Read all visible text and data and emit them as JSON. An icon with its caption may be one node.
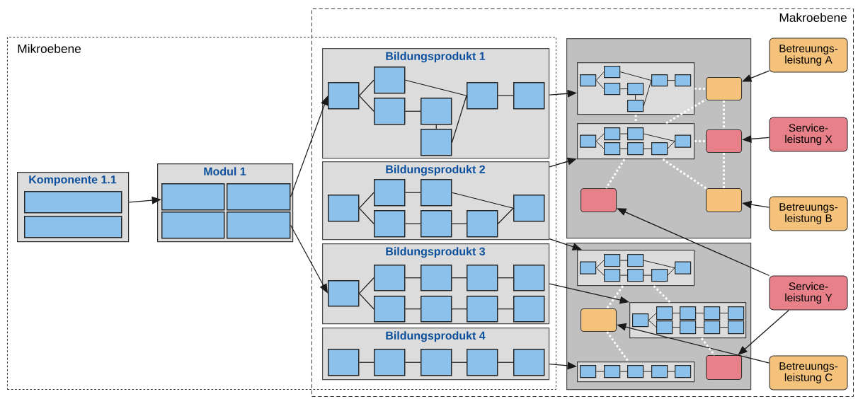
{
  "diagram": {
    "nodes": [
      {
        "text": [
          "Mikroebene"
        ]
      },
      {
        "text": [
          "Komponente 1.1"
        ],
        "in": 0
      },
      {
        "text": [],
        "shape": "box",
        "in": 1
      },
      {
        "text": [],
        "shape": "box",
        "in": 1
      },
      {
        "text": [
          "Modul 1"
        ],
        "in": 0
      },
      {
        "text": [],
        "shape": "box",
        "in": 4
      },
      {
        "text": [],
        "shape": "box",
        "in": 4
      },
      {
        "text": [],
        "shape": "box",
        "in": 4
      },
      {
        "text": [],
        "shape": "box",
        "in": 4
      },
      {
        "text": [
          "Makroebene"
        ]
      },
      {
        "text": [
          "Bildungsprodukt 1"
        ]
      },
      {
        "text": [],
        "shape": "box",
        "in": 10
      },
      {
        "text": [],
        "shape": "box",
        "in": 10
      },
      {
        "text": [],
        "shape": "box",
        "in": 10
      },
      {
        "text": [],
        "shape": "box",
        "in": 10
      },
      {
        "text": [],
        "shape": "box",
        "in": 10
      },
      {
        "text": [],
        "shape": "box",
        "in": 10
      },
      {
        "text": [],
        "shape": "box",
        "in": 10
      },
      {
        "text": [
          "Bildungsprodukt 2"
        ]
      },
      {
        "text": [],
        "shape": "box",
        "in": 18
      },
      {
        "text": [],
        "shape": "box",
        "in": 18
      },
      {
        "text": [],
        "shape": "box",
        "in": 18
      },
      {
        "text": [],
        "shape": "box",
        "in": 18
      },
      {
        "text": [],
        "shape": "box",
        "in": 18
      },
      {
        "text": [],
        "shape": "box",
        "in": 18
      },
      {
        "text": [],
        "shape": "box",
        "in": 18
      },
      {
        "text": [
          "Bildungsprodukt 3"
        ]
      },
      {
        "text": [],
        "shape": "box",
        "in": 26
      },
      {
        "text": [],
        "shape": "box",
        "in": 26
      },
      {
        "text": [],
        "shape": "box",
        "in": 26
      },
      {
        "text": [],
        "shape": "box",
        "in": 26
      },
      {
        "text": [],
        "shape": "box",
        "in": 26
      },
      {
        "text": [],
        "shape": "box",
        "in": 26
      },
      {
        "text": [],
        "shape": "box",
        "in": 26
      },
      {
        "text": [],
        "shape": "box",
        "in": 26
      },
      {
        "text": [],
        "shape": "box",
        "in": 26
      },
      {
        "text": [
          "Bildungsprodukt 4"
        ]
      },
      {
        "text": [],
        "shape": "box",
        "in": 36
      },
      {
        "text": [],
        "shape": "box",
        "in": 36
      },
      {
        "text": [],
        "shape": "box",
        "in": 36
      },
      {
        "text": [],
        "shape": "box",
        "in": 36
      },
      {
        "text": [],
        "shape": "box",
        "in": 36
      },
      {
        "text": [],
        "shape": "box",
        "in": 9
      },
      {
        "text": [],
        "shape": "box",
        "in": 42
      },
      {
        "text": [],
        "shape": "box",
        "in": 43
      },
      {
        "text": [],
        "shape": "box",
        "in": 43
      },
      {
        "text": [],
        "shape": "box",
        "in": 43
      },
      {
        "text": [],
        "shape": "box",
        "in": 43
      },
      {
        "text": [],
        "shape": "box",
        "in": 43
      },
      {
        "text": [],
        "shape": "box",
        "in": 43
      },
      {
        "text": [],
        "shape": "box",
        "in": 43
      },
      {
        "text": [],
        "shape": "box",
        "in": 42
      },
      {
        "text": [],
        "shape": "box",
        "in": 51
      },
      {
        "text": [],
        "shape": "box",
        "in": 51
      },
      {
        "text": [],
        "shape": "box",
        "in": 51
      },
      {
        "text": [],
        "shape": "box",
        "in": 51
      },
      {
        "text": [],
        "shape": "box",
        "in": 51
      },
      {
        "text": [],
        "shape": "box",
        "in": 51
      },
      {
        "text": [],
        "shape": "box",
        "in": 51
      },
      {
        "text": [],
        "shape": "box",
        "in": 42
      },
      {
        "text": [],
        "shape": "box",
        "in": 42
      },
      {
        "text": [],
        "shape": "box",
        "in": 42
      },
      {
        "text": [],
        "shape": "box",
        "in": 42
      },
      {
        "text": [],
        "shape": "box",
        "in": 9
      },
      {
        "text": [],
        "shape": "box",
        "in": 63
      },
      {
        "text": [],
        "shape": "box",
        "in": 64
      },
      {
        "text": [],
        "shape": "box",
        "in": 64
      },
      {
        "text": [],
        "shape": "box",
        "in": 64
      },
      {
        "text": [],
        "shape": "box",
        "in": 64
      },
      {
        "text": [],
        "shape": "box",
        "in": 64
      },
      {
        "text": [],
        "shape": "box",
        "in": 64
      },
      {
        "text": [],
        "shape": "box",
        "in": 64
      },
      {
        "text": [],
        "shape": "box",
        "in": 63
      },
      {
        "text": [],
        "shape": "box",
        "in": 63
      },
      {
        "text": [],
        "shape": "box",
        "in": 73
      },
      {
        "text": [],
        "shape": "box",
        "in": 73
      },
      {
        "text": [],
        "shape": "box",
        "in": 73
      },
      {
        "text": [],
        "shape": "box",
        "in": 73
      },
      {
        "text": [],
        "shape": "box",
        "in": 73
      },
      {
        "text": [],
        "shape": "box",
        "in": 73
      },
      {
        "text": [],
        "shape": "box",
        "in": 73
      },
      {
        "text": [],
        "shape": "box",
        "in": 73
      },
      {
        "text": [],
        "shape": "box",
        "in": 73
      },
      {
        "text": [],
        "shape": "box",
        "in": 63
      },
      {
        "text": [],
        "shape": "box",
        "in": 83
      },
      {
        "text": [],
        "shape": "box",
        "in": 83
      },
      {
        "text": [],
        "shape": "box",
        "in": 83
      },
      {
        "text": [],
        "shape": "box",
        "in": 83
      },
      {
        "text": [],
        "shape": "box",
        "in": 83
      },
      {
        "text": [],
        "shape": "box",
        "in": 63
      },
      {
        "text": [
          "Betreuungs- leistung A"
        ],
        "in": 9
      },
      {
        "text": [
          "Service- leistung X"
        ],
        "in": 9
      },
      {
        "text": [
          "Betreuungs- leistung B"
        ],
        "in": 9
      },
      {
        "text": [
          "Service- leistung Y"
        ],
        "in": 9
      },
      {
        "text": [
          "Betreuungs- leistung C"
        ],
        "in": 9
      }
    ],
    "edges": [
      {
        "from": 1,
        "to": 5,
        "arrow": "to"
      },
      {
        "from": 6,
        "to": 11,
        "arrow": "to"
      },
      {
        "from": 8,
        "to": 27,
        "arrow": "to"
      },
      {
        "from": 10,
        "to": 43,
        "arrow": "to"
      },
      {
        "from": 18,
        "to": 51,
        "arrow": "to"
      },
      {
        "from": 18,
        "to": 64,
        "arrow": "to"
      },
      {
        "from": 26,
        "to": 73,
        "arrow": "to"
      },
      {
        "from": 36,
        "to": 83,
        "arrow": "to"
      },
      {
        "from": 90,
        "to": 59,
        "arrow": "to"
      },
      {
        "from": 91,
        "to": 60,
        "arrow": "to"
      },
      {
        "from": 92,
        "to": 62,
        "arrow": "to"
      },
      {
        "from": 93,
        "to": 61,
        "arrow": "to"
      },
      {
        "from": 93,
        "to": 89,
        "arrow": "to"
      },
      {
        "from": 94,
        "to": 72,
        "arrow": "to"
      },
      {
        "from": 11,
        "to": 12,
        "arrow": "none"
      },
      {
        "from": 11,
        "to": 13,
        "arrow": "none"
      },
      {
        "from": 12,
        "to": 16,
        "arrow": "none"
      },
      {
        "from": 13,
        "to": 14,
        "arrow": "none"
      },
      {
        "from": 14,
        "to": 15,
        "arrow": "none"
      },
      {
        "from": 15,
        "to": 16,
        "arrow": "none"
      },
      {
        "from": 16,
        "to": 17,
        "arrow": "none"
      },
      {
        "from": 19,
        "to": 20,
        "arrow": "none"
      },
      {
        "from": 19,
        "to": 22,
        "arrow": "none"
      },
      {
        "from": 20,
        "to": 21,
        "arrow": "none"
      },
      {
        "from": 21,
        "to": 25,
        "arrow": "none"
      },
      {
        "from": 22,
        "to": 23,
        "arrow": "none"
      },
      {
        "from": 23,
        "to": 24,
        "arrow": "none"
      },
      {
        "from": 24,
        "to": 25,
        "arrow": "none"
      },
      {
        "from": 27,
        "to": 28,
        "arrow": "none"
      },
      {
        "from": 27,
        "to": 32,
        "arrow": "none"
      },
      {
        "from": 28,
        "to": 29,
        "arrow": "none"
      },
      {
        "from": 29,
        "to": 30,
        "arrow": "none"
      },
      {
        "from": 30,
        "to": 31,
        "arrow": "none"
      },
      {
        "from": 32,
        "to": 33,
        "arrow": "none"
      },
      {
        "from": 33,
        "to": 34,
        "arrow": "none"
      },
      {
        "from": 34,
        "to": 35,
        "arrow": "none"
      },
      {
        "from": 37,
        "to": 38,
        "arrow": "none"
      },
      {
        "from": 38,
        "to": 39,
        "arrow": "none"
      },
      {
        "from": 39,
        "to": 40,
        "arrow": "none"
      },
      {
        "from": 40,
        "to": 41,
        "arrow": "none"
      },
      {
        "from": 44,
        "to": 45,
        "arrow": "none"
      },
      {
        "from": 44,
        "to": 46,
        "arrow": "none"
      },
      {
        "from": 45,
        "to": 49,
        "arrow": "none"
      },
      {
        "from": 46,
        "to": 47,
        "arrow": "none"
      },
      {
        "from": 47,
        "to": 48,
        "arrow": "none"
      },
      {
        "from": 48,
        "to": 49,
        "arrow": "none"
      },
      {
        "from": 49,
        "to": 50,
        "arrow": "none"
      },
      {
        "from": 52,
        "to": 53,
        "arrow": "none"
      },
      {
        "from": 52,
        "to": 55,
        "arrow": "none"
      },
      {
        "from": 53,
        "to": 54,
        "arrow": "none"
      },
      {
        "from": 54,
        "to": 58,
        "arrow": "none"
      },
      {
        "from": 55,
        "to": 56,
        "arrow": "none"
      },
      {
        "from": 56,
        "to": 57,
        "arrow": "none"
      },
      {
        "from": 57,
        "to": 58,
        "arrow": "none"
      },
      {
        "from": 65,
        "to": 66,
        "arrow": "none"
      },
      {
        "from": 65,
        "to": 68,
        "arrow": "none"
      },
      {
        "from": 66,
        "to": 67,
        "arrow": "none"
      },
      {
        "from": 67,
        "to": 71,
        "arrow": "none"
      },
      {
        "from": 68,
        "to": 69,
        "arrow": "none"
      },
      {
        "from": 69,
        "to": 70,
        "arrow": "none"
      },
      {
        "from": 70,
        "to": 71,
        "arrow": "none"
      },
      {
        "from": 74,
        "to": 75,
        "arrow": "none"
      },
      {
        "from": 74,
        "to": 79,
        "arrow": "none"
      },
      {
        "from": 75,
        "to": 76,
        "arrow": "none"
      },
      {
        "from": 76,
        "to": 77,
        "arrow": "none"
      },
      {
        "from": 77,
        "to": 78,
        "arrow": "none"
      },
      {
        "from": 79,
        "to": 80,
        "arrow": "none"
      },
      {
        "from": 80,
        "to": 81,
        "arrow": "none"
      },
      {
        "from": 81,
        "to": 82,
        "arrow": "none"
      },
      {
        "from": 84,
        "to": 85,
        "arrow": "none"
      },
      {
        "from": 85,
        "to": 86,
        "arrow": "none"
      },
      {
        "from": 86,
        "to": 87,
        "arrow": "none"
      },
      {
        "from": 87,
        "to": 88,
        "arrow": "none"
      },
      {
        "from": 43,
        "to": 59,
        "arrow": "none",
        "style": "dashed",
        "color": "#ffffff"
      },
      {
        "from": 43,
        "to": 51,
        "arrow": "none",
        "style": "dashed",
        "color": "#ffffff"
      },
      {
        "from": 59,
        "to": 60,
        "arrow": "none",
        "style": "dashed",
        "color": "#ffffff"
      },
      {
        "from": 51,
        "to": 59,
        "arrow": "none",
        "style": "dashed",
        "color": "#ffffff"
      },
      {
        "from": 51,
        "to": 60,
        "arrow": "none",
        "style": "dashed",
        "color": "#ffffff"
      },
      {
        "from": 51,
        "to": 61,
        "arrow": "none",
        "style": "dashed",
        "color": "#ffffff"
      },
      {
        "from": 51,
        "to": 62,
        "arrow": "none",
        "style": "dashed",
        "color": "#ffffff"
      },
      {
        "from": 60,
        "to": 62,
        "arrow": "none",
        "style": "dashed",
        "color": "#ffffff"
      },
      {
        "from": 64,
        "to": 72,
        "arrow": "none",
        "style": "dashed",
        "color": "#ffffff"
      },
      {
        "from": 64,
        "to": 73,
        "arrow": "none",
        "style": "dashed",
        "color": "#ffffff"
      },
      {
        "from": 72,
        "to": 83,
        "arrow": "none",
        "style": "dashed",
        "color": "#ffffff"
      },
      {
        "from": 73,
        "to": 89,
        "arrow": "none",
        "style": "dashed",
        "color": "#ffffff"
      }
    ]
  }
}
